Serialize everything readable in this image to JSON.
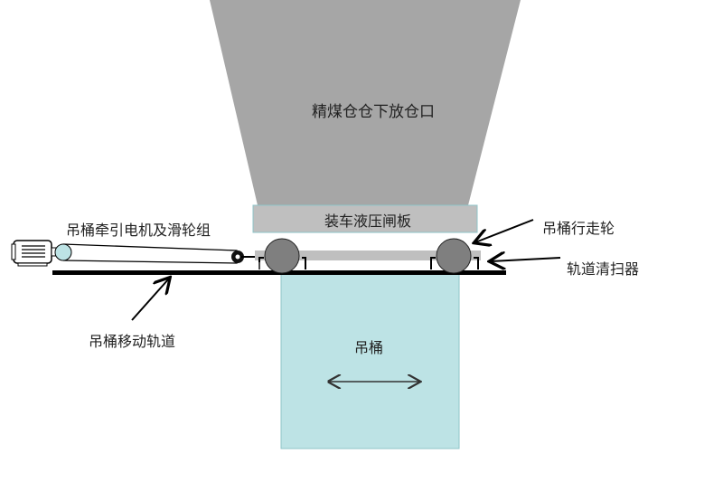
{
  "diagram": {
    "labels": {
      "hopper": "精煤仓仓下放仓口",
      "gate_plate": "装车液压闸板",
      "motor_pulley": "吊桶牵引电机及滑轮组",
      "travel_wheel": "吊桶行走轮",
      "track_cleaner": "轨道清扫器",
      "track": "吊桶移动轨道",
      "bucket": "吊桶"
    },
    "colors": {
      "hopper": "#a6a6a6",
      "gate_plate": "#bfbfbf",
      "gate_border": "#8fc4c8",
      "bucket": "#bde3e5",
      "bucket_border": "#8fc4c8",
      "wheel": "#7f7f7f",
      "track": "#000000",
      "pulley": "#bde3e5"
    }
  }
}
